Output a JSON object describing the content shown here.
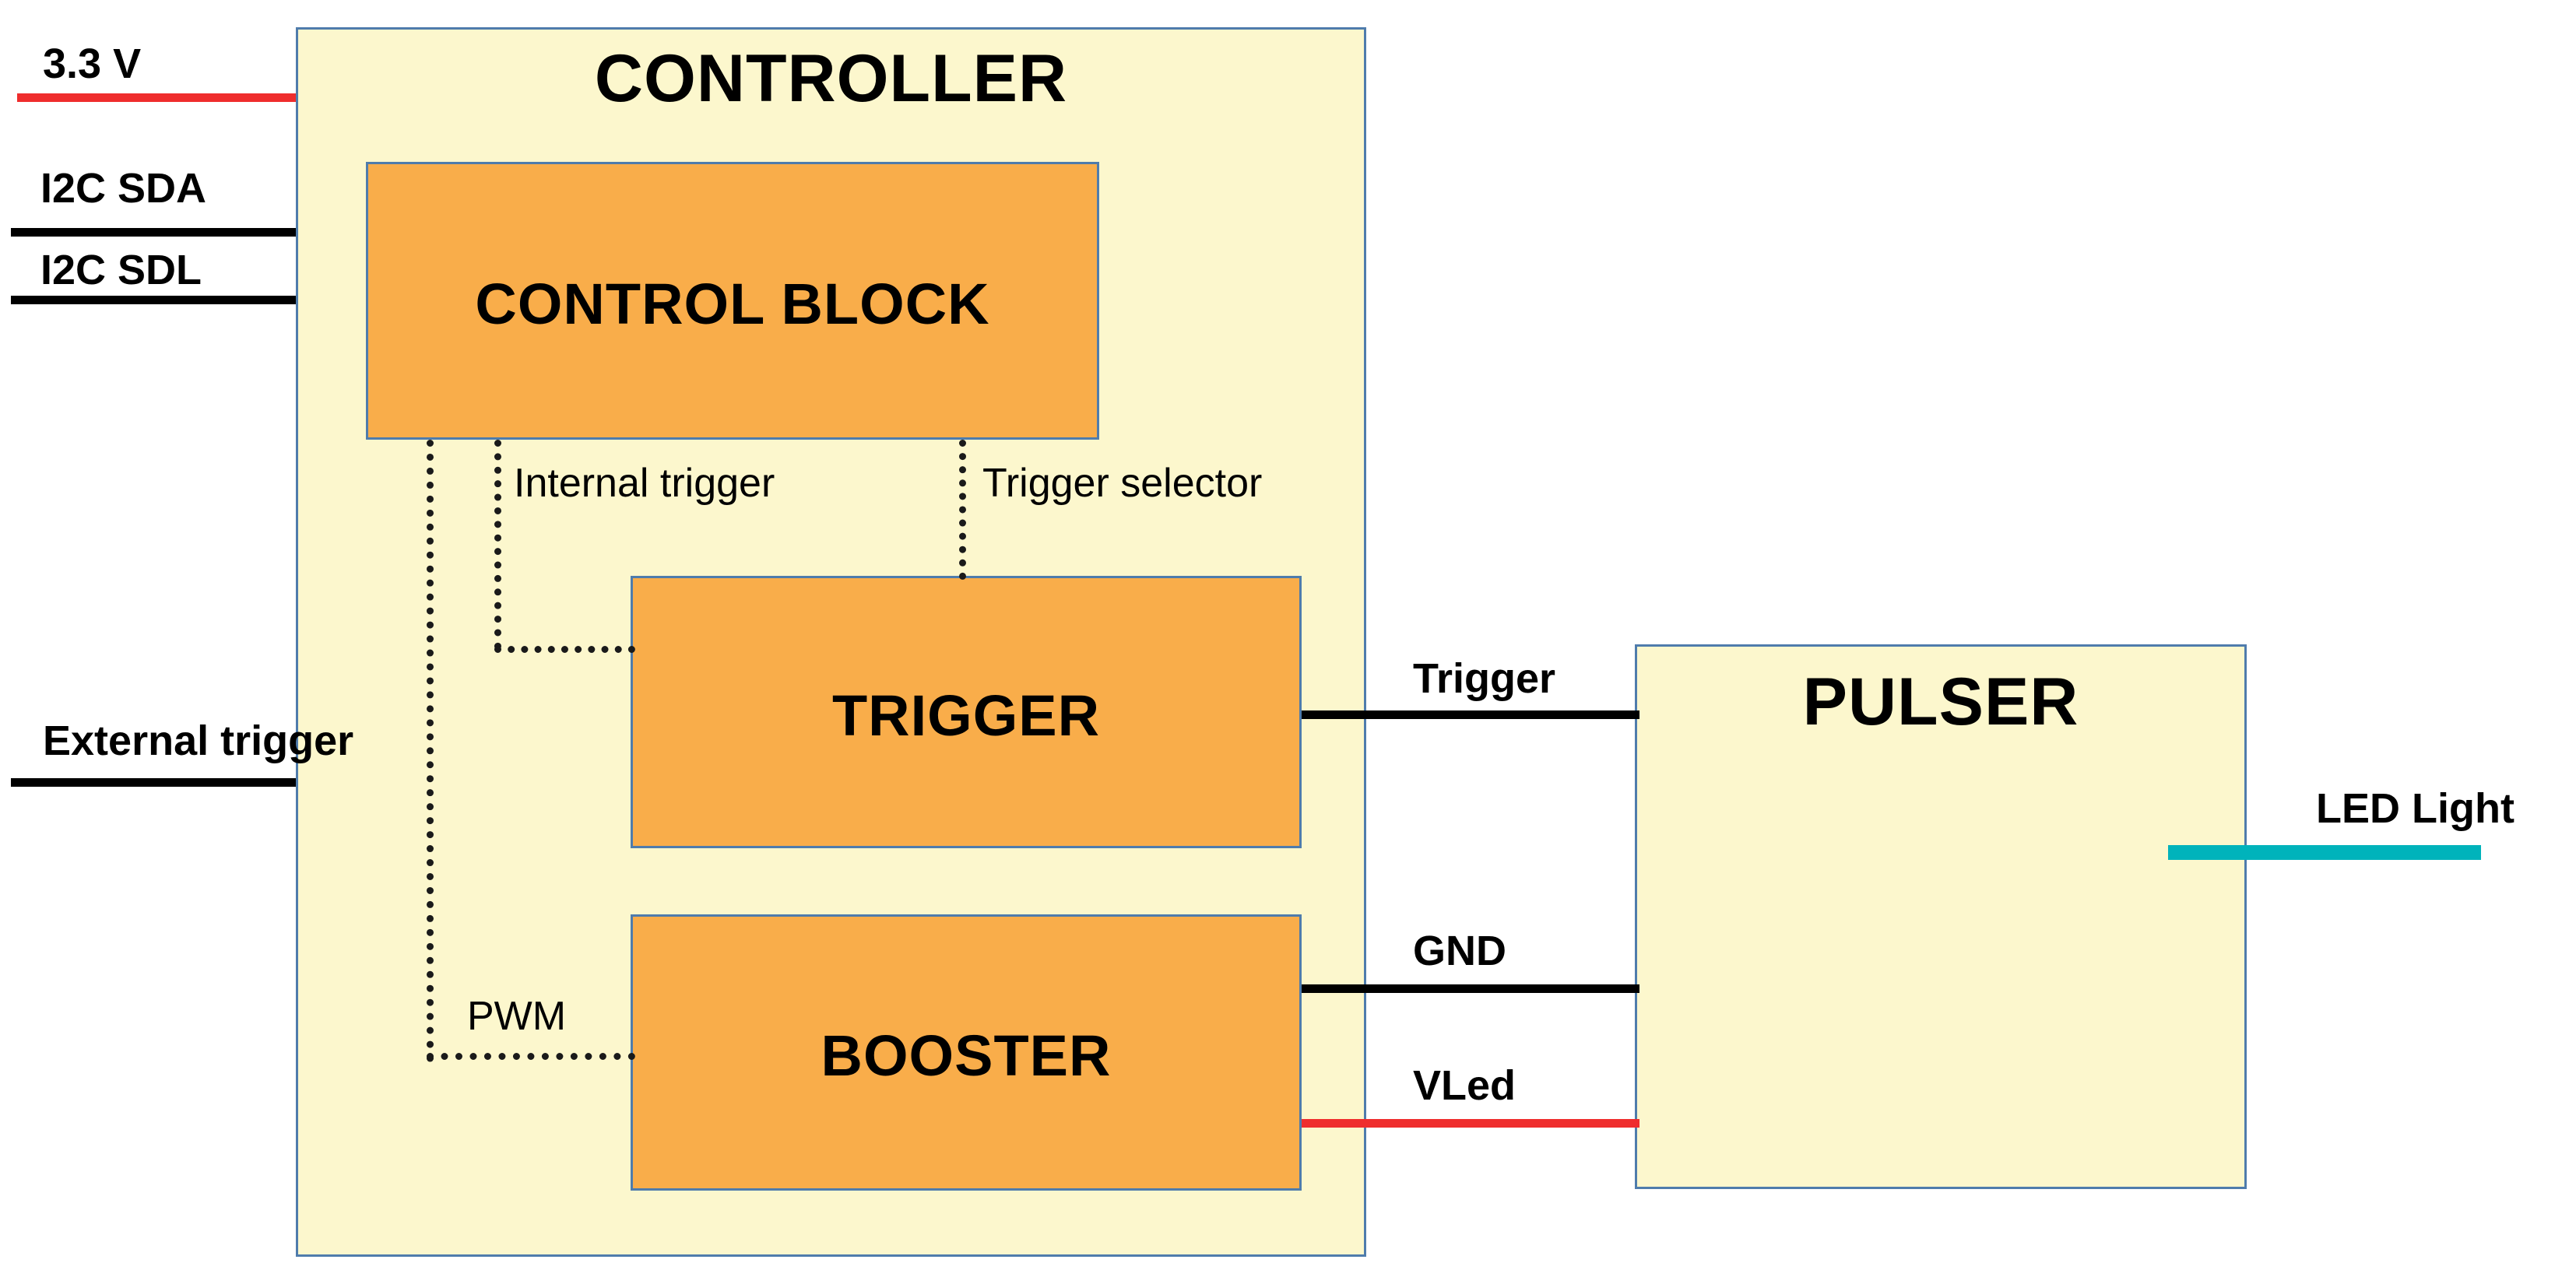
{
  "diagram": {
    "title": "LED pulser controller block diagram",
    "colors": {
      "module_fill": "#f9ad4a",
      "container_fill": "#fcf7cd",
      "border": "#4f7cac",
      "power_wire": "#ef2d2d",
      "signal_wire": "#000000",
      "light_output": "#00b3bb"
    }
  },
  "blocks": {
    "controller": {
      "label": "CONTROLLER"
    },
    "control_block": {
      "label": "CONTROL BLOCK"
    },
    "trigger": {
      "label": "TRIGGER"
    },
    "booster": {
      "label": "BOOSTER"
    },
    "pulser": {
      "label": "PULSER"
    }
  },
  "inputs": [
    {
      "label": "3.3 V",
      "wire": "power"
    },
    {
      "label": "I2C SDA",
      "wire": "signal"
    },
    {
      "label": "I2C SDL",
      "wire": "signal"
    },
    {
      "label": "External trigger",
      "wire": "signal"
    }
  ],
  "internal_signals": [
    {
      "label": "Internal trigger",
      "style": "dotted"
    },
    {
      "label": "Trigger selector",
      "style": "dotted"
    },
    {
      "label": "PWM",
      "style": "dotted"
    }
  ],
  "interconnects": [
    {
      "label": "Trigger",
      "wire": "signal"
    },
    {
      "label": "GND",
      "wire": "signal"
    },
    {
      "label": "VLed",
      "wire": "power"
    }
  ],
  "outputs": [
    {
      "label": "LED Light",
      "wire": "light"
    }
  ]
}
